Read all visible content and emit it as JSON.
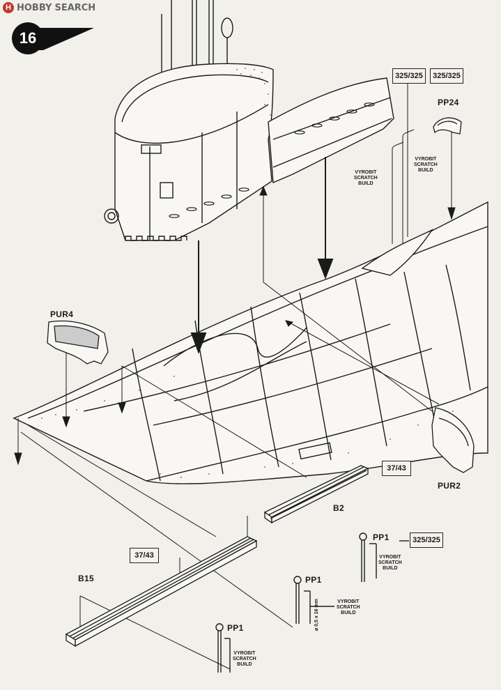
{
  "watermark": {
    "brand_hobby": "HOBBY",
    "brand_search": "SEARCH",
    "logo_letter": "H"
  },
  "step": {
    "number": "16"
  },
  "parts": {
    "pur4": "PUR4",
    "pur2": "PUR2",
    "pp24": "PP24",
    "b2": "B2",
    "b15": "B15",
    "pp1_a": "PP1",
    "pp1_b": "PP1",
    "pp1_c": "PP1"
  },
  "paint_boxes": {
    "top_left": "325/325",
    "top_right": "325/325",
    "b2_box": "37/43",
    "b15_box": "37/43",
    "pp1_box": "325/325"
  },
  "notes": {
    "scratch_top_left": [
      "VYROBIT",
      "SCRATCH",
      "BUILD"
    ],
    "scratch_top_right": [
      "VYROBIT",
      "SCRATCH",
      "BUILD"
    ],
    "scratch_pp1_a": [
      "VYROBIT",
      "SCRATCH",
      "BUILD"
    ],
    "scratch_pp1_b": [
      "VYROBIT",
      "SCRATCH",
      "BUILD"
    ],
    "scratch_pp1_c": [
      "VYROBIT",
      "SCRATCH",
      "BUILD"
    ],
    "dimension": "⌀ 0,5 x 16 mm"
  }
}
